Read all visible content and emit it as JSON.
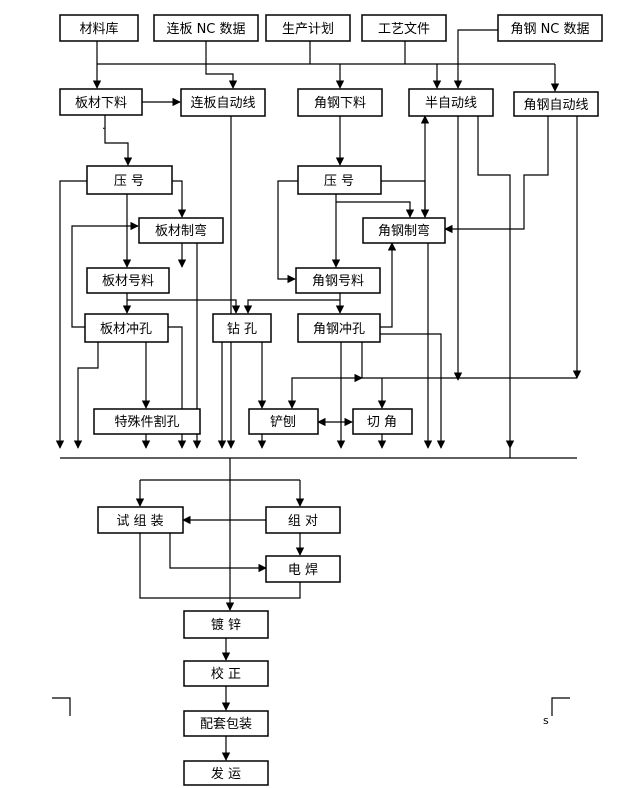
{
  "nodes": {
    "cailiaoku": "材料库",
    "lianban_nc": "连板 NC 数据",
    "shengchan_jihua": "生产计划",
    "gongyi_wenjian": "工艺文件",
    "jiaogang_nc": "角钢 NC 数据",
    "bancai_xialiao": "板材下料",
    "lianban_zidongxian": "连板自动线",
    "jiaogang_xialiao": "角钢下料",
    "ban_zidongxian": "半自动线",
    "jiaogang_zidongxian": "角钢自动线",
    "yahao_1": "压  号",
    "yahao_2": "压  号",
    "bancai_zhiwan": "板材制弯",
    "jiaogang_zhiwan": "角钢制弯",
    "bancai_haoliao": "板材号料",
    "jiaogang_haoliao": "角钢号料",
    "bancai_chongkong": "板材冲孔",
    "zuankong": "钻 孔",
    "jiaogang_chongkong": "角钢冲孔",
    "teshujian_gekong": "特殊件割孔",
    "chanbao": "铲刨",
    "qiejiao": "切 角",
    "shizuzhuang": "试 组 装",
    "zudui": "组  对",
    "diahan": "电  焊",
    "duxin": "镀   锌",
    "jiaozheng": "校   正",
    "peitao_baozhuang": "配套包装",
    "fayun": "发  运"
  },
  "stray_marks": {
    "small_dot": "·",
    "corner_letter": "s"
  }
}
